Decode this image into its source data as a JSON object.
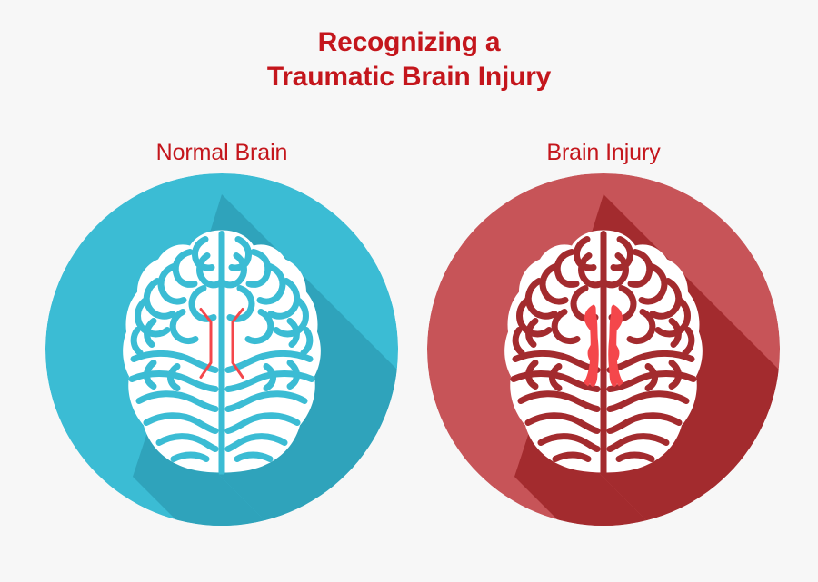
{
  "page": {
    "background_color": "#f7f7f7"
  },
  "header": {
    "title_line1": "Recognizing a",
    "title_line2": "Traumatic Brain Injury",
    "title_color": "#c4161c"
  },
  "panels": [
    {
      "id": "normal-brain",
      "label": "Normal Brain",
      "label_color": "#c4161c",
      "circle_color": "#3bbcd4",
      "shadow_color": "#2fa3bb",
      "brain_color": "#ffffff",
      "vessel_color": "#f4474b",
      "icon": "brain-icon",
      "state": "normal"
    },
    {
      "id": "brain-injury",
      "label": "Brain Injury",
      "label_color": "#c4161c",
      "circle_color": "#c75458",
      "shadow_color": "#a32b2e",
      "brain_color": "#ffffff",
      "vessel_color": "#f4474b",
      "icon": "brain-injury-icon",
      "state": "injured"
    }
  ]
}
